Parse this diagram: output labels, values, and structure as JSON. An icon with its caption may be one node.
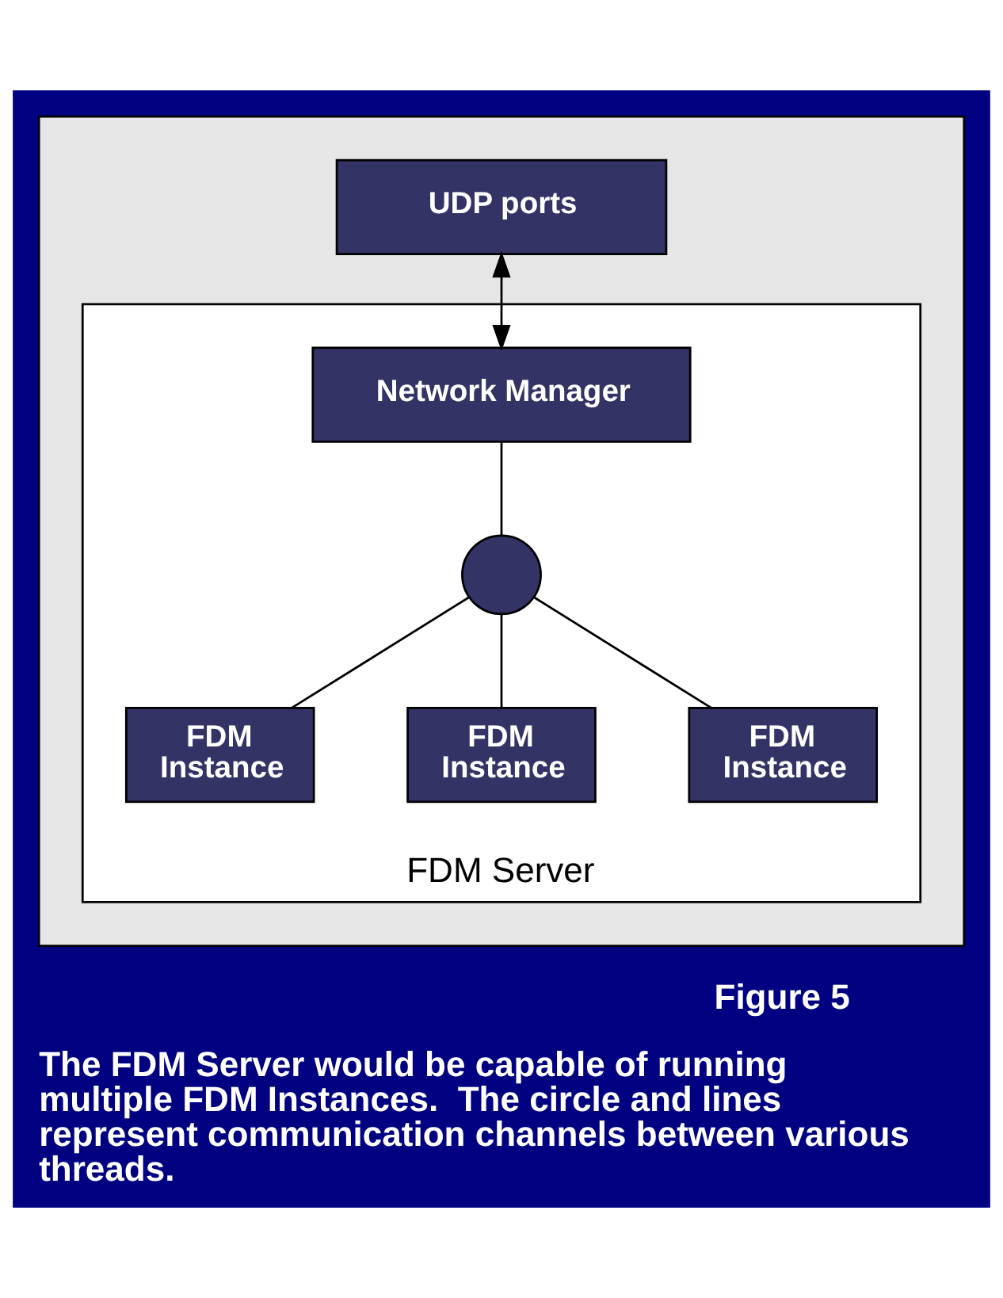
{
  "diagram": {
    "caption": "The FDM Server would be capable of running multiple FDM Instances.  The circle and lines represent communication channels between various threads.",
    "nodes": [
      {
        "text": [],
        "shape": "box"
      },
      {
        "text": [
          "UDP ports"
        ],
        "in": 0
      },
      {
        "text": [
          "FDM Server"
        ],
        "in": 0
      },
      {
        "text": [
          "Network Manager"
        ],
        "in": 2
      },
      {
        "text": [],
        "shape": "circle",
        "in": 2
      },
      {
        "text": [
          "FDM Instance"
        ],
        "in": 2
      },
      {
        "text": [
          "FDM Instance"
        ],
        "in": 2
      },
      {
        "text": [
          "FDM Instance"
        ],
        "in": 2
      }
    ],
    "edges": [
      {
        "from": 1,
        "to": 3,
        "arrow": "both"
      },
      {
        "from": 3,
        "to": 4,
        "arrow": "none"
      },
      {
        "from": 4,
        "to": 5,
        "arrow": "none"
      },
      {
        "from": 4,
        "to": 6,
        "arrow": "none"
      },
      {
        "from": 4,
        "to": 7,
        "arrow": "none"
      }
    ],
    "labels": [
      "Figure 5"
    ]
  }
}
